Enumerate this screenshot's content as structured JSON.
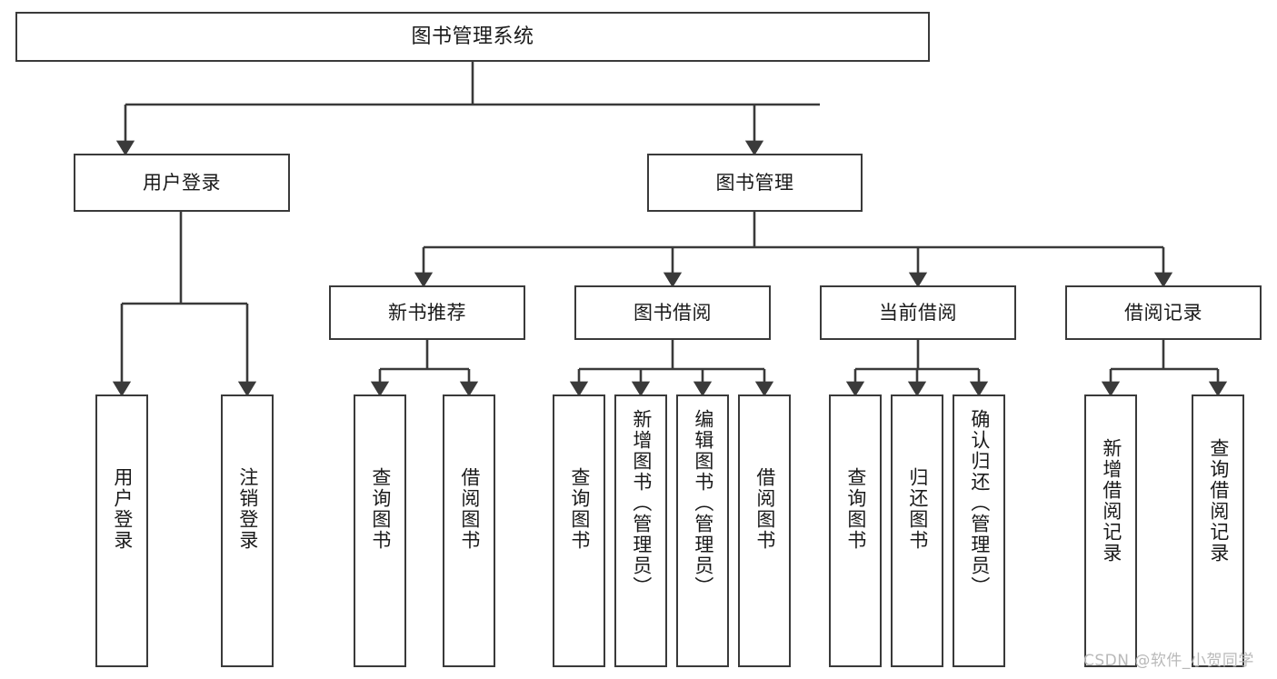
{
  "diagram": {
    "type": "tree",
    "title": "图书管理系统",
    "root": {
      "label": "图书管理系统"
    },
    "level2": [
      {
        "label": "用户登录"
      },
      {
        "label": "图书管理"
      }
    ],
    "level3": [
      {
        "label": "新书推荐"
      },
      {
        "label": "图书借阅"
      },
      {
        "label": "当前借阅"
      },
      {
        "label": "借阅记录"
      }
    ],
    "leaves_user_login": [
      {
        "label": "用户登录"
      },
      {
        "label": "注销登录"
      }
    ],
    "leaves_new_book": [
      {
        "label": "查询图书"
      },
      {
        "label": "借阅图书"
      }
    ],
    "leaves_borrow": [
      {
        "label": "查询图书"
      },
      {
        "label": "新增图书（管理员）"
      },
      {
        "label": "编辑图书（管理员）"
      },
      {
        "label": "借阅图书"
      }
    ],
    "leaves_current": [
      {
        "label": "查询图书"
      },
      {
        "label": "归还图书"
      },
      {
        "label": "确认归还（管理员）"
      }
    ],
    "leaves_records": [
      {
        "label": "新增借阅记录"
      },
      {
        "label": "查询借阅记录"
      }
    ]
  },
  "watermark": {
    "text": "CSDN @软件_小贺同学"
  },
  "colors": {
    "stroke": "#3a3a3a",
    "background": "#ffffff",
    "text": "#1a1a1a",
    "watermark": "#b9b9b9"
  }
}
